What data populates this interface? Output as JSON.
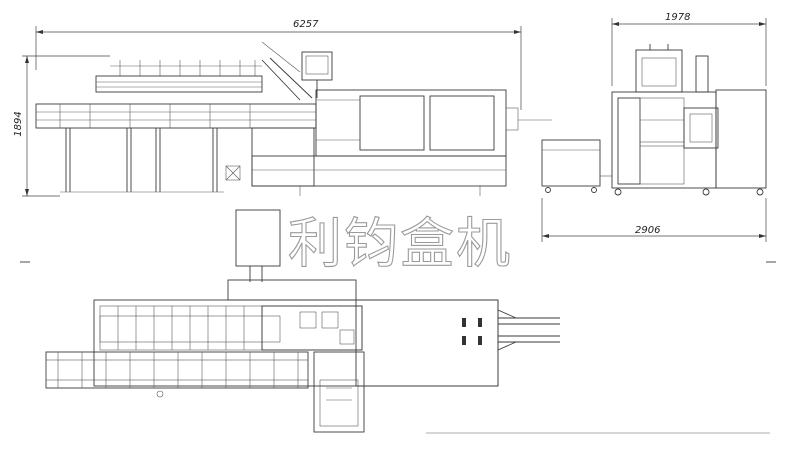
{
  "dimensions": {
    "overall_length": "6257",
    "overall_height": "1894",
    "side_width": "1978",
    "base_width": "2906"
  },
  "watermark": "利钧盒机"
}
